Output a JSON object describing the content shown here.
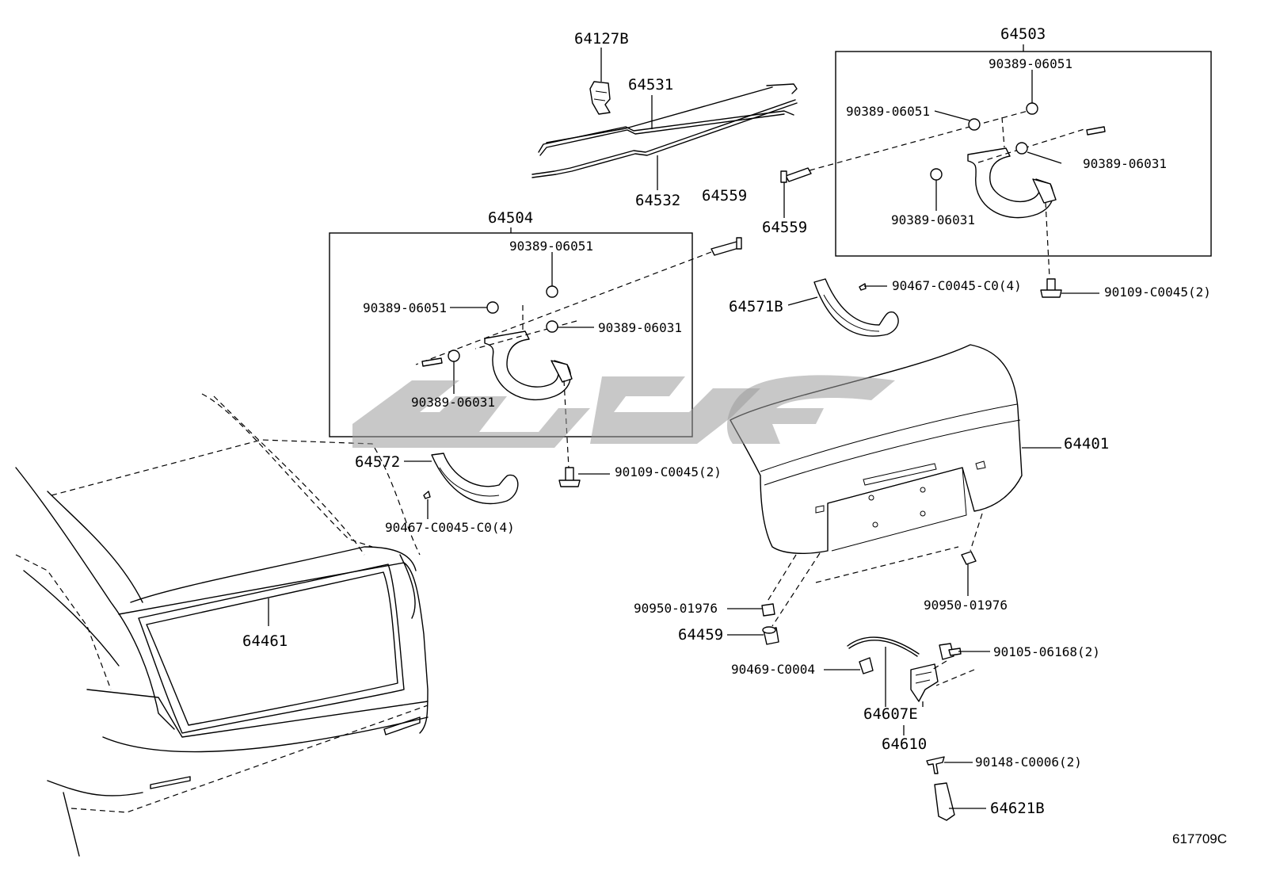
{
  "diagram_id": "617709C",
  "labels": [
    {
      "id": "l-64127B",
      "text": "64127B",
      "big": true
    },
    {
      "id": "l-64531",
      "text": "64531",
      "big": true
    },
    {
      "id": "l-64532",
      "text": "64532",
      "big": true
    },
    {
      "id": "l-64559a",
      "text": "64559",
      "big": true
    },
    {
      "id": "l-64559b",
      "text": "64559",
      "big": true
    },
    {
      "id": "l-64504",
      "text": "64504",
      "big": true
    },
    {
      "id": "l-64503",
      "text": "64503",
      "big": true
    },
    {
      "id": "l-64504-06051a",
      "text": "90389-06051"
    },
    {
      "id": "l-64504-06051b",
      "text": "90389-06051"
    },
    {
      "id": "l-64504-06031a",
      "text": "90389-06031"
    },
    {
      "id": "l-64504-06031b",
      "text": "90389-06031"
    },
    {
      "id": "l-64503-06051a",
      "text": "90389-06051"
    },
    {
      "id": "l-64503-06051b",
      "text": "90389-06051"
    },
    {
      "id": "l-64503-06031a",
      "text": "90389-06031"
    },
    {
      "id": "l-64503-06031b",
      "text": "90389-06031"
    },
    {
      "id": "l-90467a",
      "text": "90467-C0045-C0(4)"
    },
    {
      "id": "l-90467b",
      "text": "90467-C0045-C0(4)"
    },
    {
      "id": "l-90109a",
      "text": "90109-C0045(2)"
    },
    {
      "id": "l-90109b",
      "text": "90109-C0045(2)"
    },
    {
      "id": "l-64571B",
      "text": "64571B",
      "big": true
    },
    {
      "id": "l-64572",
      "text": "64572",
      "big": true
    },
    {
      "id": "l-64401",
      "text": "64401",
      "big": true
    },
    {
      "id": "l-64461",
      "text": "64461",
      "big": true
    },
    {
      "id": "l-90950a",
      "text": "90950-01976"
    },
    {
      "id": "l-90950b",
      "text": "90950-01976"
    },
    {
      "id": "l-64459",
      "text": "64459",
      "big": true
    },
    {
      "id": "l-90469",
      "text": "90469-C0004"
    },
    {
      "id": "l-90105",
      "text": "90105-06168(2)"
    },
    {
      "id": "l-64607E",
      "text": "64607E",
      "big": true
    },
    {
      "id": "l-64610",
      "text": "64610",
      "big": true
    },
    {
      "id": "l-90148",
      "text": "90148-C0006(2)"
    },
    {
      "id": "l-64621B",
      "text": "64621B",
      "big": true
    }
  ]
}
